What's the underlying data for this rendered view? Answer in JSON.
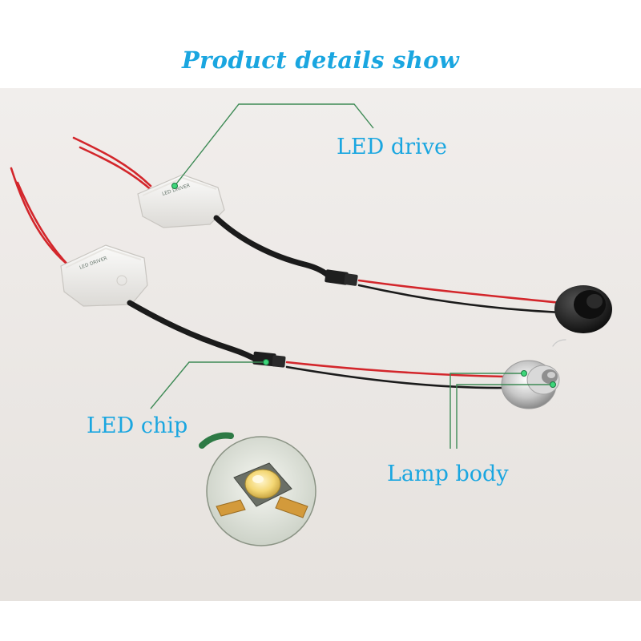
{
  "title": "Product details show",
  "callouts": {
    "led_drive": "LED drive",
    "led_chip": "LED chip",
    "lamp_body": "Lamp body"
  },
  "colors": {
    "title": "#1aa6e0",
    "label": "#1aa6e0",
    "leader_line": "#3d8a55",
    "wire_red": "#d3262b",
    "wire_black": "#1b1b1b",
    "backdrop": "#ece8e4"
  }
}
